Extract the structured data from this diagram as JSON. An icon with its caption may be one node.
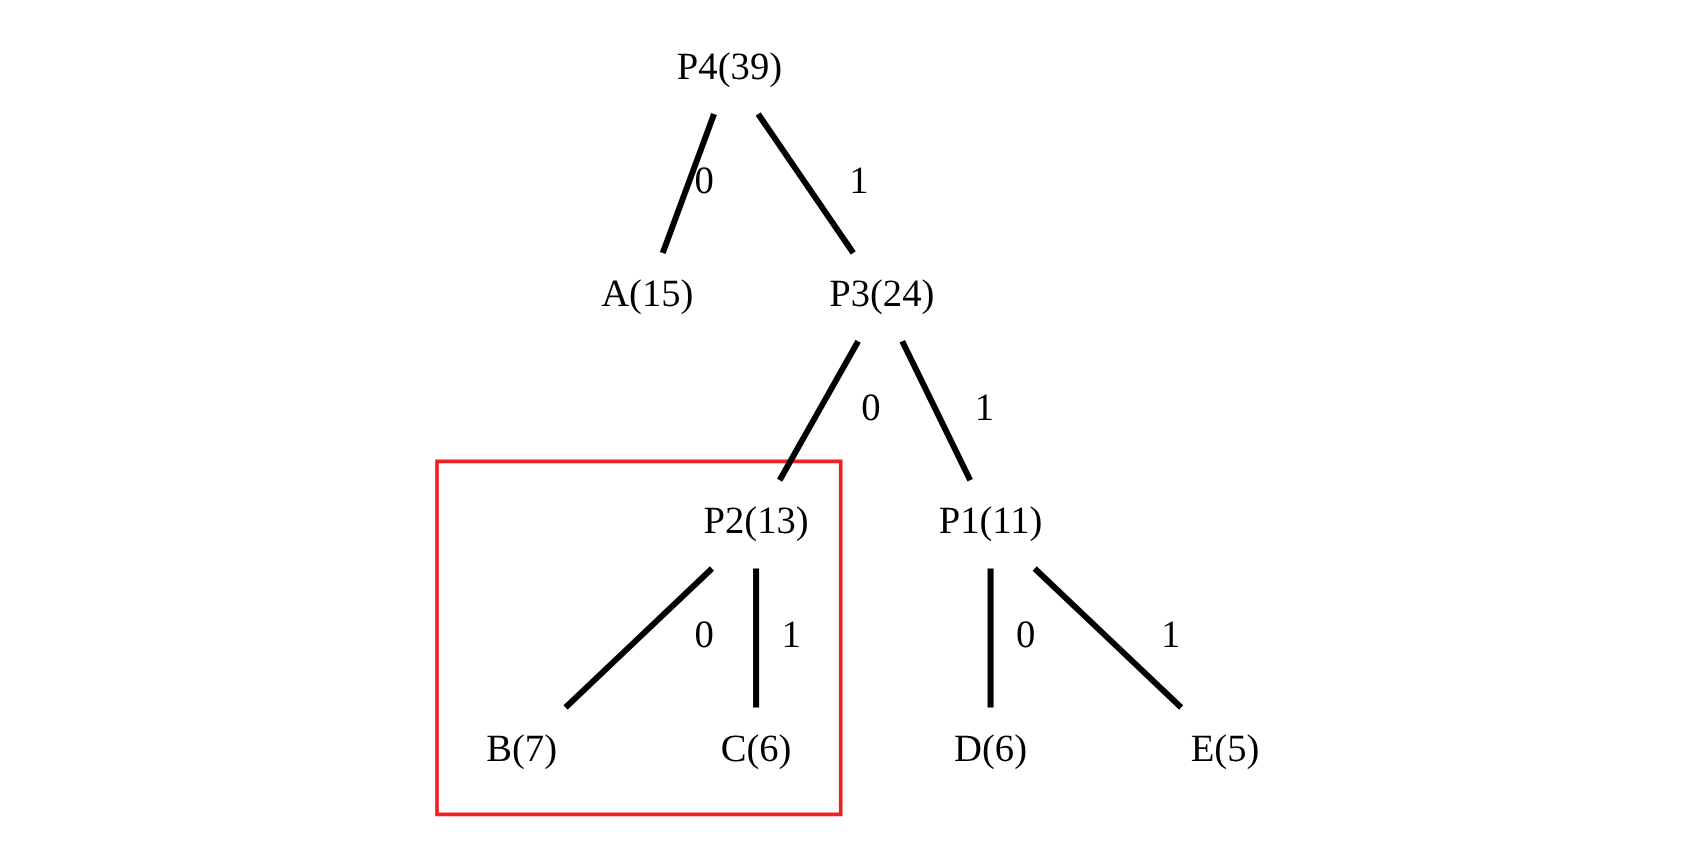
{
  "diagram": {
    "nodes": [
      {
        "text": [
          "P4(39)"
        ]
      },
      {
        "text": [
          "A(15)"
        ]
      },
      {
        "text": [
          "P3(24)"
        ]
      },
      {
        "text": [],
        "shape": "box"
      },
      {
        "text": [
          "P2(13)"
        ],
        "in": 3
      },
      {
        "text": [
          "B(7)"
        ],
        "in": 3
      },
      {
        "text": [
          "C(6)"
        ],
        "in": 3
      },
      {
        "text": [
          "P1(11)"
        ]
      },
      {
        "text": [
          "D(6)"
        ]
      },
      {
        "text": [
          "E(5)"
        ]
      }
    ],
    "edges": [
      {
        "from": 0,
        "to": 1,
        "arrow": "none",
        "label": "0"
      },
      {
        "from": 0,
        "to": 2,
        "arrow": "none",
        "label": "1"
      },
      {
        "from": 2,
        "to": 4,
        "arrow": "none",
        "label": "0"
      },
      {
        "from": 2,
        "to": 7,
        "arrow": "none",
        "label": "1"
      },
      {
        "from": 4,
        "to": 5,
        "arrow": "none",
        "label": "0"
      },
      {
        "from": 4,
        "to": 6,
        "arrow": "none",
        "label": "1"
      },
      {
        "from": 7,
        "to": 8,
        "arrow": "none",
        "label": "0"
      },
      {
        "from": 7,
        "to": 9,
        "arrow": "none",
        "label": "1"
      }
    ]
  }
}
